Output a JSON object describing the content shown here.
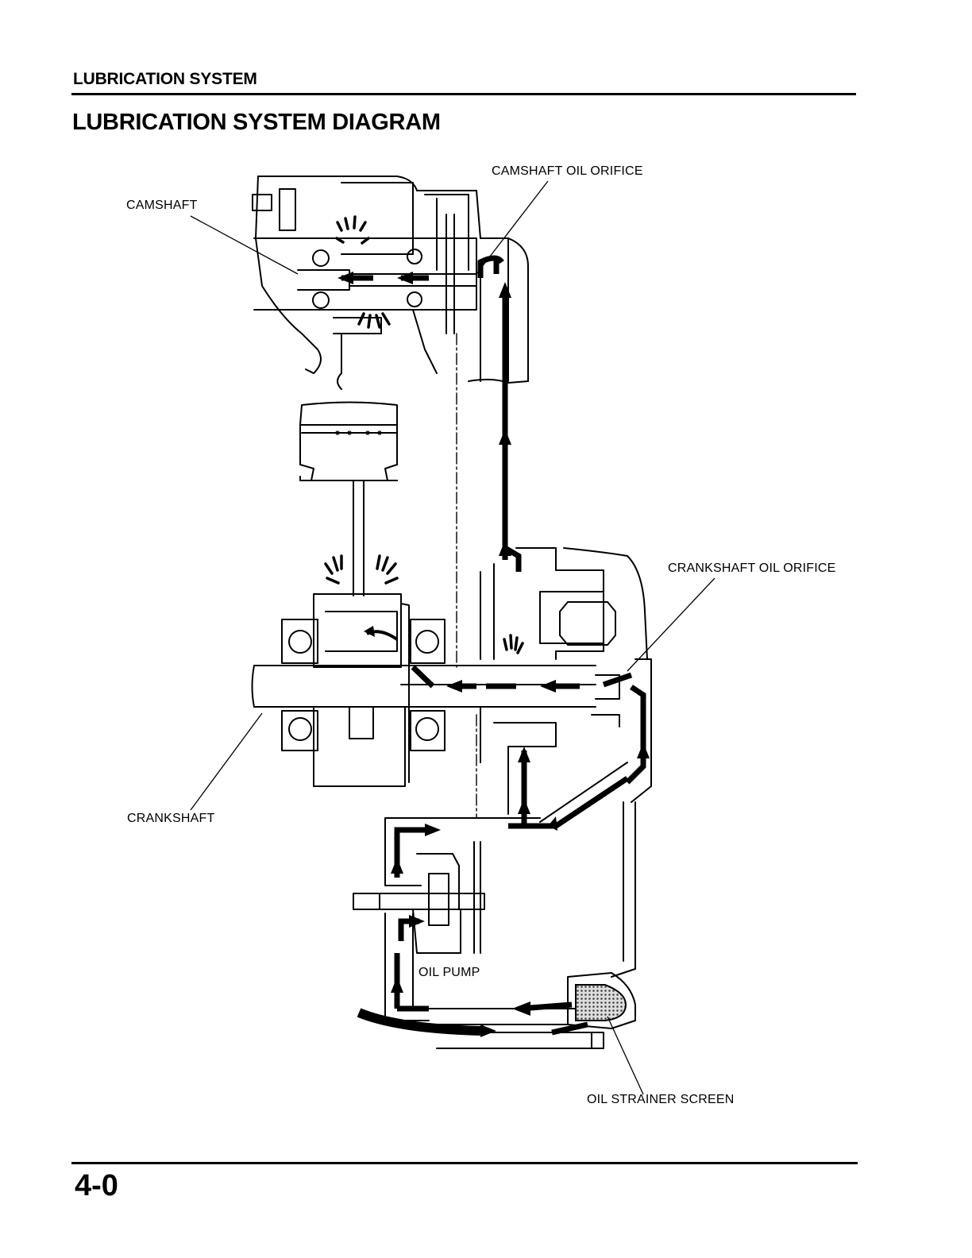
{
  "header": {
    "section": "LUBRICATION SYSTEM",
    "title": "LUBRICATION SYSTEM DIAGRAM"
  },
  "diagram": {
    "labels": {
      "camshaft_oil_orifice": "CAMSHAFT OIL ORIFICE",
      "camshaft": "CAMSHAFT",
      "crankshaft_oil_orifice": "CRANKSHAFT OIL ORIFICE",
      "crankshaft": "CRANKSHAFT",
      "oil_pump": "OIL PUMP",
      "oil_strainer_screen": "OIL STRAINER SCREEN"
    }
  },
  "footer": {
    "page_number": "4-0"
  }
}
